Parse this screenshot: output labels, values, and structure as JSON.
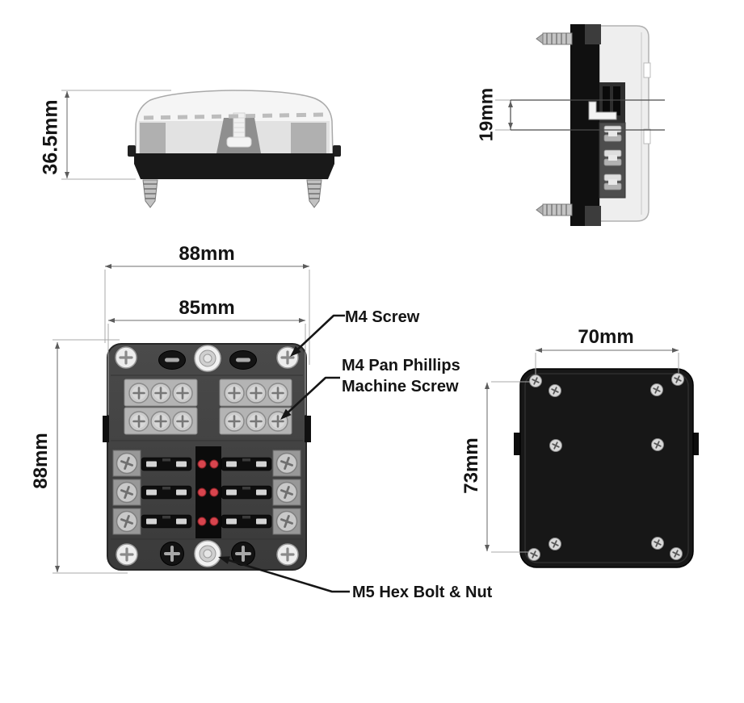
{
  "views": {
    "side": {
      "height_label": "36.5mm"
    },
    "profile": {
      "depth_label": "19mm"
    },
    "front": {
      "outer_width_label": "88mm",
      "inner_width_label": "85mm",
      "height_label": "88mm",
      "callouts": {
        "m4_screw": "M4 Screw",
        "m4_pan_phillips": "M4 Pan Phillips\nMachine Screw",
        "m5_hex_bolt": "M5 Hex Bolt & Nut"
      }
    },
    "back": {
      "width_label": "70mm",
      "height_label": "73mm"
    }
  },
  "colors": {
    "background": "#ffffff",
    "label_text": "#141414",
    "dimension_line": "#8a8a8a",
    "leader_line": "#161616",
    "front_body_gray": "#414141",
    "back_body_black": "#171717",
    "terminal_silver": "#b4b4b4",
    "screw_silver": "#d6d6d6",
    "led_red": "#d8454e",
    "cover_translucent": "#e9e9e9"
  }
}
